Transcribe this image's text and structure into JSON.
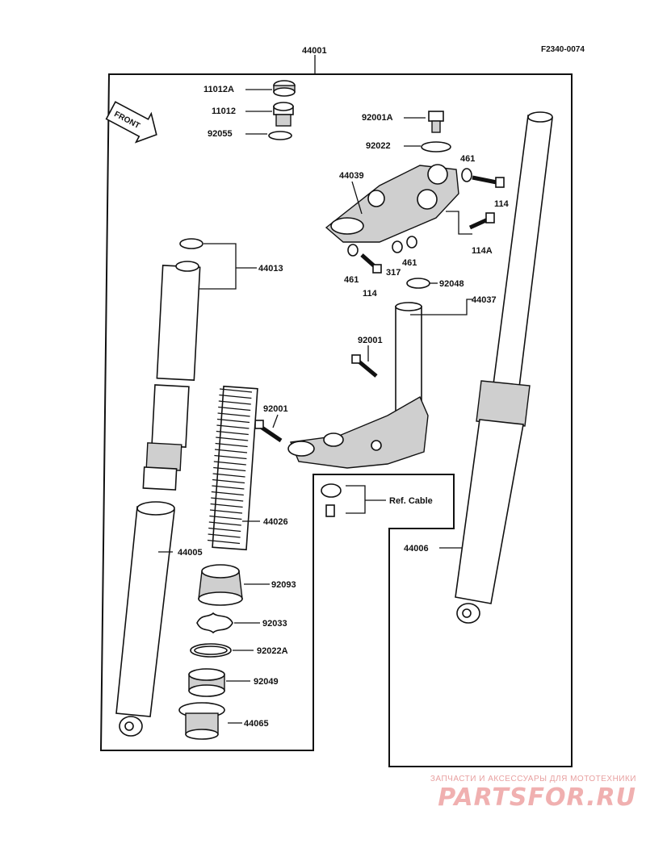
{
  "header": {
    "figure_code": "F2340-0074",
    "assembly_label": "44001"
  },
  "front_arrow": {
    "label": "FRONT"
  },
  "callouts": {
    "c11012A": "11012A",
    "c11012": "11012",
    "c92055": "92055",
    "c92001A": "92001A",
    "c92022": "92022",
    "c461a": "461",
    "c114a": "114",
    "c44039": "44039",
    "c114A": "114A",
    "c461b": "461",
    "c317": "317",
    "c461c": "461",
    "c114b": "114",
    "c92048": "92048",
    "c44037": "44037",
    "c44013": "44013",
    "c92001": "92001",
    "c92001b": "92001",
    "c44026": "44026",
    "c44005": "44005",
    "c92093": "92093",
    "c92033": "92033",
    "c92022A": "92022A",
    "c92049": "92049",
    "c44065": "44065",
    "c44006": "44006",
    "refcable": "Ref. Cable"
  },
  "watermark": {
    "tagline": "ЗАПЧАСТИ И АКСЕССУАРЫ ДЛЯ МОТОТЕХНИКИ",
    "logo": "PARTSFOR.RU"
  }
}
